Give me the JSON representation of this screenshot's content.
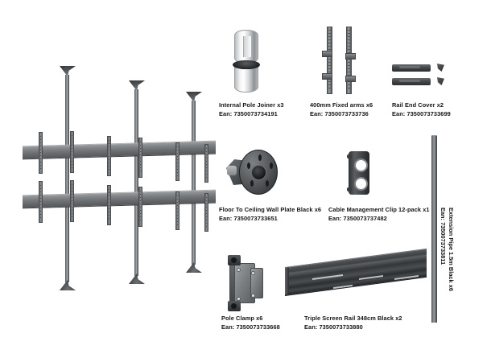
{
  "page": {
    "title": "TV Wall Mount System Parts Diagram",
    "background_color": "#ffffff",
    "text_color": "#161616"
  },
  "assembly": {
    "name": "triple-screen-floor-to-ceiling-assembly",
    "description": "Assembled floor-to-ceiling triple screen mount with three poles and two horizontal rails",
    "pole_count": 3,
    "rail_count": 2,
    "arm_pairs_per_rail": 3
  },
  "parts": [
    {
      "id": "internal-pole-joiner",
      "name": "Internal Pole Joiner x3",
      "ean_label": "Ean: 7350073734191",
      "quantity": 3
    },
    {
      "id": "fixed-arms-400mm",
      "name": "400mm Fixed arms x6",
      "ean_label": "Ean: 7350073733736",
      "quantity": 6
    },
    {
      "id": "rail-end-cover",
      "name": "Rail End Cover x2",
      "ean_label": "Ean: 7350073733699",
      "quantity": 2
    },
    {
      "id": "floor-to-ceiling-wall-plate-black",
      "name": "Floor To Ceiling Wall Plate Black x6",
      "ean_label": "Ean: 7350073733651",
      "quantity": 6
    },
    {
      "id": "cable-management-clip",
      "name": "Cable Management Clip 12-pack x1",
      "ean_label": "Ean: 7350073737482",
      "quantity": 1
    },
    {
      "id": "pole-clamp",
      "name": "Pole Clamp x6",
      "ean_label": "Ean: 7350073733668",
      "quantity": 6
    },
    {
      "id": "triple-screen-rail-348cm-black",
      "name": "Triple Screen Rail 348cm Black x2",
      "ean_label": "Ean: 7350073733880",
      "quantity": 2
    },
    {
      "id": "extension-pipe-1-5m-black",
      "name": "Extension Pipe 1.5m Black x6",
      "ean_label": "Ean: 7350073733811",
      "quantity": 6
    }
  ],
  "colors": {
    "metal_light": "#b9bcbe",
    "metal_mid": "#7c7f82",
    "metal_dark": "#3a3d40",
    "rubber_black": "#202326",
    "text": "#161616"
  }
}
